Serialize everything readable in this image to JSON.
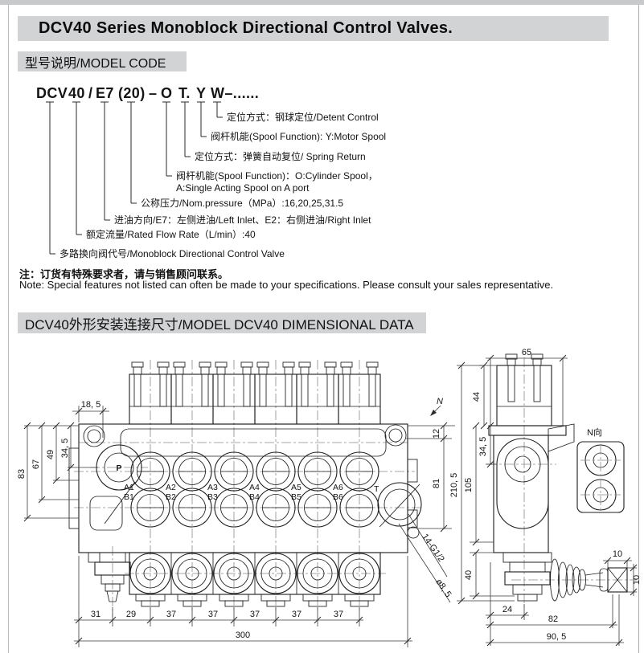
{
  "page": {
    "title": "DCV40 Series Monoblock Directional Control Valves.",
    "section1_header": "型号说明/MODEL CODE",
    "section2_header": "DCV40外形安装连接尺寸/MODEL DCV40 DIMENSIONAL DATA",
    "note_cn": "注：订货有特殊要求者，请与销售顾问联系。",
    "note_en": "Note: Special features not listed can often be made to your specifications. Please consult your sales representative.",
    "colors": {
      "header_bg": "#d2d3d5",
      "line": "#1d1d1d"
    }
  },
  "model_code": {
    "tokens": [
      "DCV",
      "40",
      "/",
      "E7",
      "(20)",
      "–",
      "O",
      "T.",
      "Y",
      "W–......"
    ],
    "labels": [
      "定位方式：钢球定位/Detent Control",
      "阀杆机能(Spool Function): Y:Motor Spool",
      "定位方式：弹簧自动复位/ Spring Return",
      "阀杆机能(Spool Function)：O:Cylinder Spool，",
      "A:Single Acting Spool on A port",
      "公称压力/Nom.pressure（MPa）:16,20,25,31.5",
      "进油方向/E7：左侧进油/Left Inlet、E2：右侧进油/Right Inlet",
      "额定流量/Rated Flow Rate（L/min）:40",
      "多路换向阀代号/Monoblock Directional Control Valve"
    ]
  },
  "drawing": {
    "front": {
      "dims": {
        "d18_5": "18, 5",
        "d83": "83",
        "d67": "67",
        "d49": "49",
        "d34_5": "34, 5",
        "d12": "12",
        "d81": "81",
        "n_marker": "N",
        "chain": [
          "31",
          "29",
          "37",
          "37",
          "37",
          "37",
          "37"
        ],
        "total": "300",
        "leader_thread": "14-G1/2",
        "leader_hole": "ø8, 5"
      },
      "ports": {
        "p": "P",
        "t": "T",
        "a": [
          "A1",
          "A2",
          "A3",
          "A4",
          "A5",
          "A6"
        ],
        "b": [
          "B1",
          "B2",
          "B3",
          "B4",
          "B5",
          "B6"
        ]
      }
    },
    "side": {
      "dims": {
        "d65": "65",
        "d44": "44",
        "d34_5": "34, 5",
        "d105": "105",
        "d210_5": "210, 5",
        "d40": "40",
        "d24": "24",
        "d82": "82",
        "d90_5": "90, 5",
        "d10a": "10",
        "d10b": "10"
      },
      "n_view_label": "N向"
    }
  }
}
